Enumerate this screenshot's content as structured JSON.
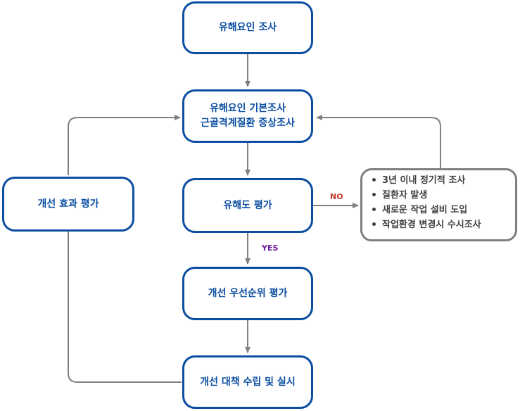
{
  "colors": {
    "node_border": "#0b4ea2",
    "node_text": "#0b4ea2",
    "side_border": "#7f7f7f",
    "arrow": "#808080",
    "no_label": "#c0392b",
    "yes_label": "#6a1b9a"
  },
  "nodes": {
    "survey": {
      "line1": "유해요인 조사"
    },
    "basic_survey": {
      "line1": "유해요인 기본조사",
      "line2": "근골격계질환 증상조사"
    },
    "risk_eval": {
      "line1": "유해도 평가"
    },
    "priority_eval": {
      "line1": "개선 우선순위 평가"
    },
    "action_plan": {
      "line1": "개선 대책 수립 및 실시"
    },
    "effect_eval": {
      "line1": "개선 효과 평가"
    }
  },
  "conditions": {
    "items": [
      "3년 이내 정기적 조사",
      "질환자 발생",
      "새로운 작업 설비 도입",
      "작업환경 변경시 수시조사"
    ]
  },
  "edge_labels": {
    "no": "NO",
    "yes": "YES"
  }
}
